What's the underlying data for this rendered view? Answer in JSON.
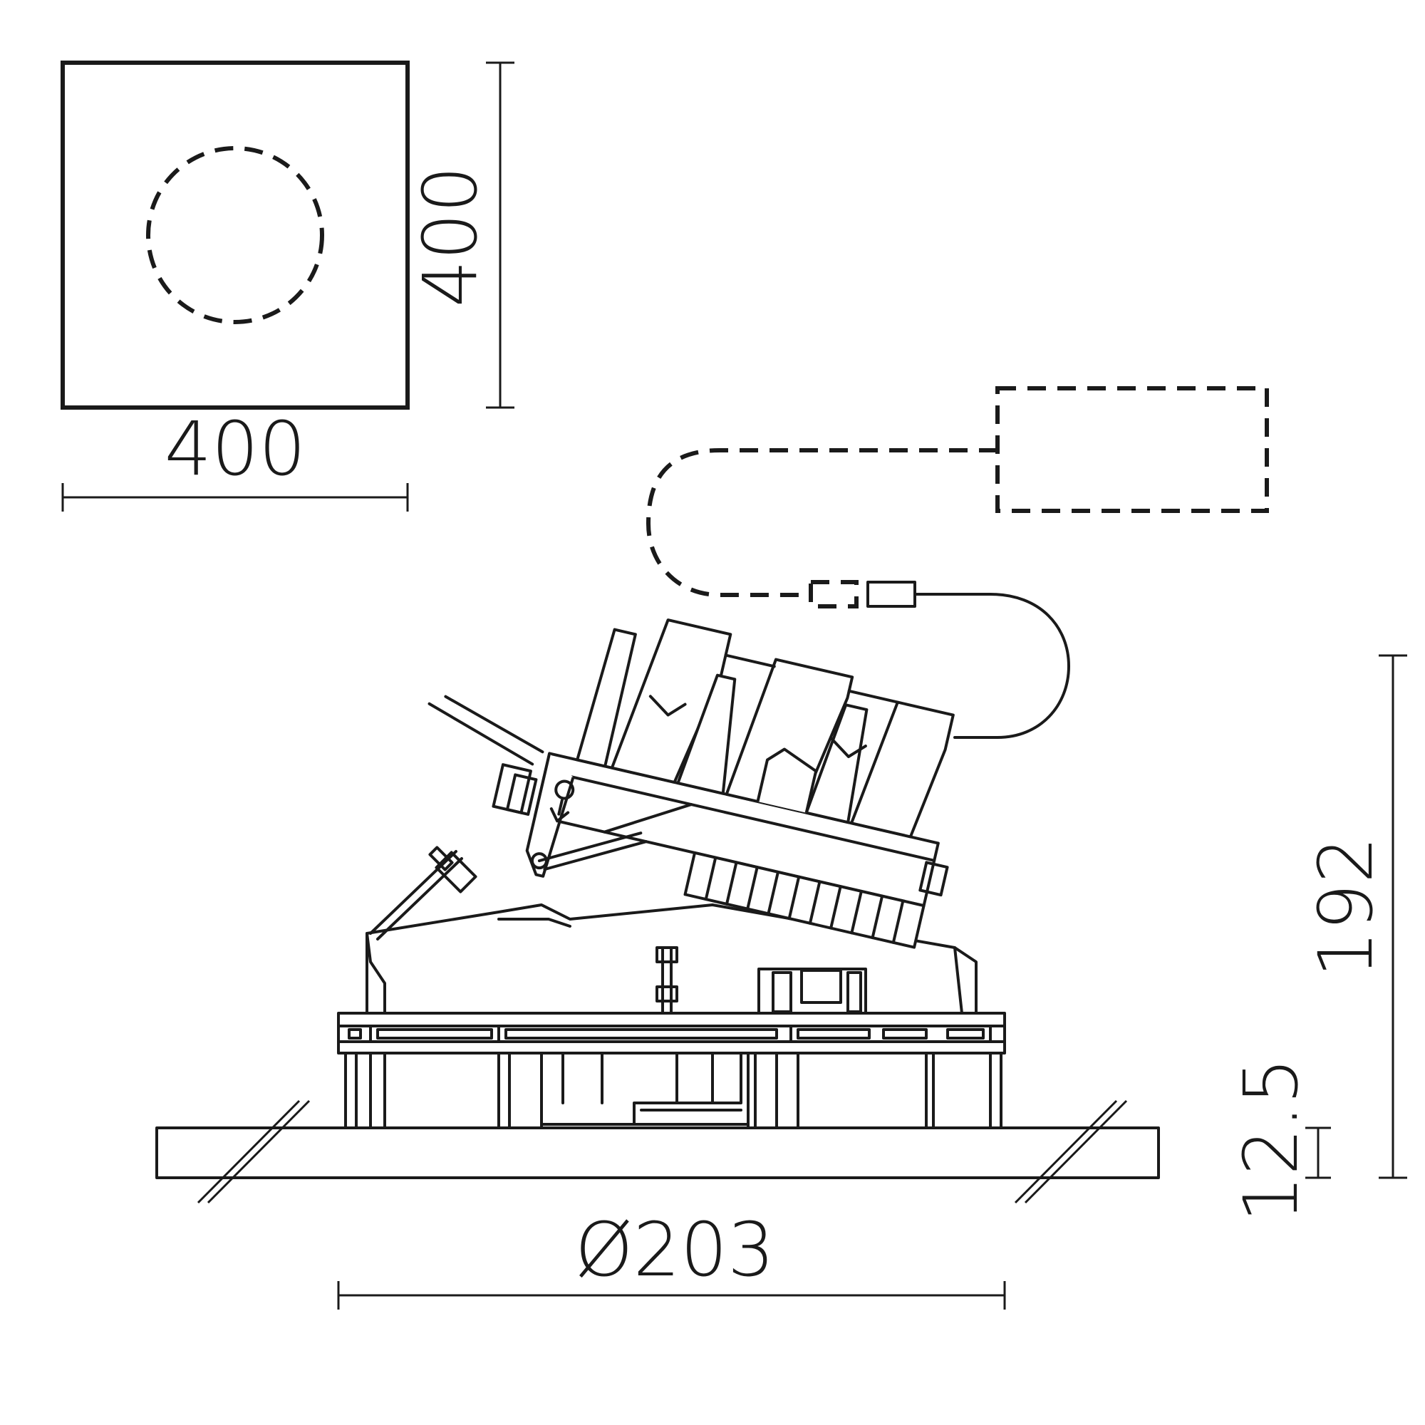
{
  "dimensions": {
    "cutout_width": "400",
    "cutout_height": "400",
    "diameter": "Ø203",
    "height": "192",
    "trim": "12.5"
  }
}
